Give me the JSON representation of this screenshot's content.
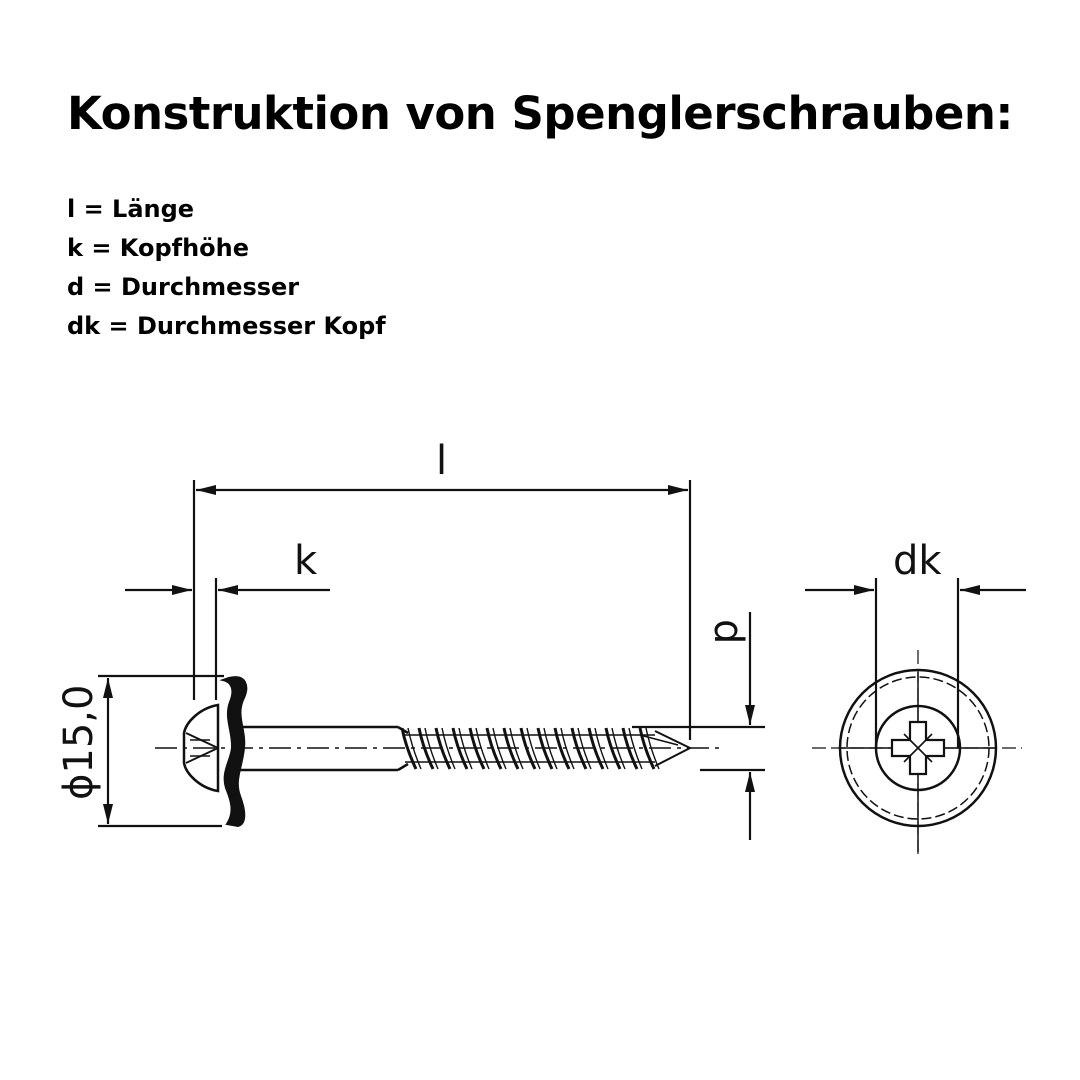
{
  "title": "Konstruktion von Spenglerschrauben:",
  "legend": [
    "l = Länge",
    "k = Kopfhöhe",
    "d = Durchmesser",
    "dk = Durchmesser Kopf"
  ],
  "dimensions": {
    "length": "l",
    "head_height": "k",
    "diameter": "d",
    "head_diameter": "dk",
    "washer_diameter": "ϕ15,0"
  },
  "colors": {
    "line": "#111111",
    "washer": "#111111",
    "background": "#ffffff"
  }
}
